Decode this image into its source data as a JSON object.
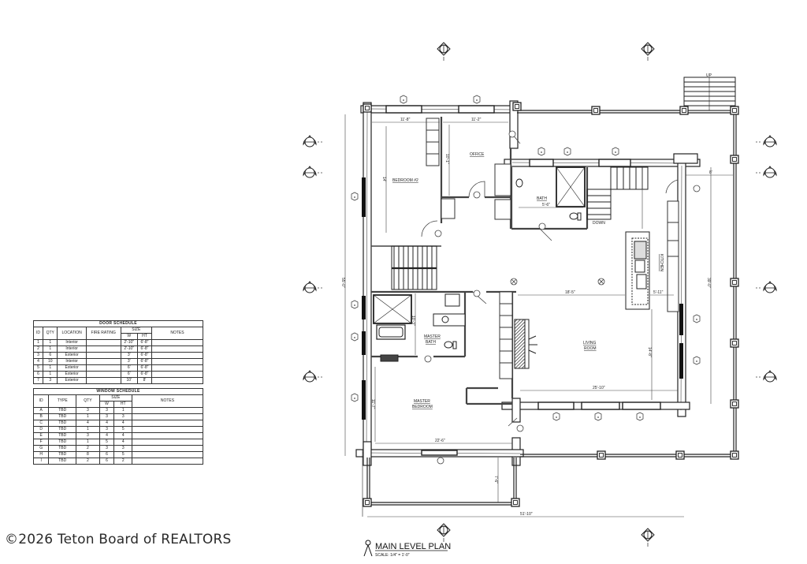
{
  "plan": {
    "title": "MAIN LEVEL PLAN",
    "scale": "SCALE:  1/4\"  =  1'-0\"",
    "rooms": {
      "bedroom2": "BEDROOM #2",
      "office": "OFFICE",
      "bath": "BATH",
      "kitchen": "KITCHEN",
      "master_bath_1": "MASTER",
      "master_bath_2": "BATH",
      "living_1": "LIVING",
      "living_2": "ROOM",
      "master_bed_1": "MASTER",
      "master_bed_2": "BEDROOM"
    },
    "dimensions": {
      "bed2_width": "11'-8\"",
      "office_width": "11'-2\"",
      "office_depth": "10'-1\"",
      "bed2_depth": "14'",
      "bath_width": "5'-6\"",
      "living_width": "18'-5\"",
      "island": "5'-11\"",
      "living_depth": "14'-8\"",
      "living_full_width": "25'-10\"",
      "master_bath_depth": "10'-3\"",
      "master_bed_depth": "11'-7\"",
      "master_bed_width": "22'-6\"",
      "porch_depth": "7'-6\"",
      "overall_width": "51'-10\"",
      "overall_depth": "55'-0\"",
      "right_depth": "39'-0\"",
      "deck_offset": "8'",
      "stair_label": "DOWN",
      "up_label": "UP"
    }
  },
  "door_schedule": {
    "title": "DOOR SCHEDULE",
    "headers": [
      "ID",
      "QTY",
      "LOCATION",
      "FIRE RATING",
      "SIZE",
      "NOTES"
    ],
    "size_sub": [
      "W",
      "HT"
    ],
    "rows": [
      {
        "id": "1",
        "qty": "1",
        "location": "Interior",
        "fire": "",
        "w": "2'-10\"",
        "ht": "6'-8\"",
        "notes": ""
      },
      {
        "id": "2",
        "qty": "1",
        "location": "Interior",
        "fire": "",
        "w": "2'-10\"",
        "ht": "6'-8\"",
        "notes": ""
      },
      {
        "id": "3",
        "qty": "6",
        "location": "Exterior",
        "fire": "",
        "w": "3'",
        "ht": "6'-8\"",
        "notes": ""
      },
      {
        "id": "4",
        "qty": "10",
        "location": "Interior",
        "fire": "",
        "w": "3'",
        "ht": "6'-8\"",
        "notes": ""
      },
      {
        "id": "5",
        "qty": "1",
        "location": "Exterior",
        "fire": "",
        "w": "6'",
        "ht": "6'-8\"",
        "notes": ""
      },
      {
        "id": "6",
        "qty": "1",
        "location": "Exterior",
        "fire": "",
        "w": "6'",
        "ht": "6'-8\"",
        "notes": ""
      },
      {
        "id": "7",
        "qty": "3",
        "location": "Exterior",
        "fire": "",
        "w": "10'",
        "ht": "8'",
        "notes": ""
      }
    ]
  },
  "window_schedule": {
    "title": "WINDOW SCHEDULE",
    "headers": [
      "ID",
      "TYPE",
      "QTY",
      "SIZE",
      "NOTES"
    ],
    "size_sub": [
      "W",
      "HT"
    ],
    "rows": [
      {
        "id": "A",
        "type": "TBD",
        "qty": "3",
        "w": "3",
        "ht": "1",
        "notes": ""
      },
      {
        "id": "B",
        "type": "TBD",
        "qty": "1",
        "w": "3",
        "ht": "3",
        "notes": ""
      },
      {
        "id": "C",
        "type": "TBD",
        "qty": "4",
        "w": "4",
        "ht": "4",
        "notes": ""
      },
      {
        "id": "D",
        "type": "TBD",
        "qty": "1",
        "w": "3",
        "ht": "5",
        "notes": ""
      },
      {
        "id": "E",
        "type": "TBD",
        "qty": "3",
        "w": "4",
        "ht": "4",
        "notes": ""
      },
      {
        "id": "F",
        "type": "TBD",
        "qty": "1",
        "w": "5",
        "ht": "4",
        "notes": ""
      },
      {
        "id": "G",
        "type": "TBD",
        "qty": "2",
        "w": "3",
        "ht": "3",
        "notes": ""
      },
      {
        "id": "H",
        "type": "TBD",
        "qty": "8",
        "w": "6",
        "ht": "5",
        "notes": ""
      },
      {
        "id": "I",
        "type": "TBD",
        "qty": "2",
        "w": "6",
        "ht": "2",
        "notes": ""
      }
    ]
  },
  "watermark": "©2026 Teton Board of REALTORS"
}
